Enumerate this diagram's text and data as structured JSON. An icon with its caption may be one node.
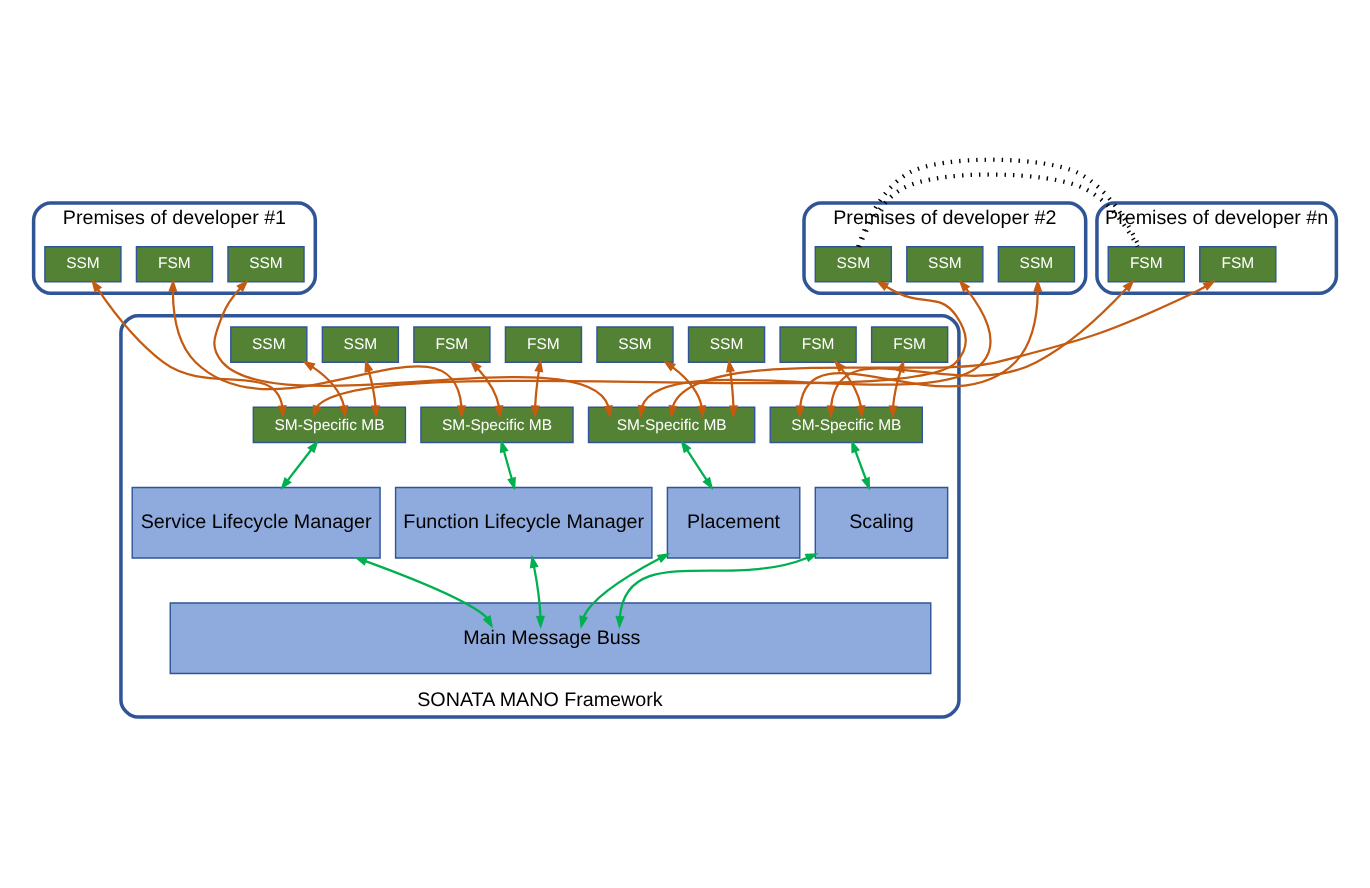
{
  "diagram": {
    "nodes": [
      {
        "text": [
          "Premises of developer #1"
        ]
      },
      {
        "text": [
          "SSM"
        ],
        "in": 0
      },
      {
        "text": [
          "FSM"
        ],
        "in": 0
      },
      {
        "text": [
          "SSM"
        ],
        "in": 0
      },
      {
        "text": [
          "Premises of developer #2"
        ]
      },
      {
        "text": [
          "SSM"
        ],
        "in": 4
      },
      {
        "text": [
          "SSM"
        ],
        "in": 4
      },
      {
        "text": [
          "SSM"
        ],
        "in": 4
      },
      {
        "text": [
          "Premises of developer #n"
        ]
      },
      {
        "text": [
          "FSM"
        ],
        "in": 8
      },
      {
        "text": [
          "FSM"
        ],
        "in": 8
      },
      {
        "text": [
          "SONATA MANO Framework"
        ]
      },
      {
        "text": [
          "SSM"
        ],
        "in": 11
      },
      {
        "text": [
          "SSM"
        ],
        "in": 11
      },
      {
        "text": [
          "FSM"
        ],
        "in": 11
      },
      {
        "text": [
          "FSM"
        ],
        "in": 11
      },
      {
        "text": [
          "SSM"
        ],
        "in": 11
      },
      {
        "text": [
          "SSM"
        ],
        "in": 11
      },
      {
        "text": [
          "FSM"
        ],
        "in": 11
      },
      {
        "text": [
          "FSM"
        ],
        "in": 11
      },
      {
        "text": [
          "SM-Specific MB"
        ],
        "in": 11
      },
      {
        "text": [
          "SM-Specific MB"
        ],
        "in": 11
      },
      {
        "text": [
          "SM-Specific MB"
        ],
        "in": 11
      },
      {
        "text": [
          "SM-Specific MB"
        ],
        "in": 11
      },
      {
        "text": [
          "Service Lifecycle Manager"
        ],
        "in": 11
      },
      {
        "text": [
          "Function Lifecycle Manager"
        ],
        "in": 11
      },
      {
        "text": [
          "Placement"
        ],
        "in": 11
      },
      {
        "text": [
          "Scaling"
        ],
        "in": 11
      },
      {
        "text": [
          "Main Message Buss"
        ],
        "in": 11
      }
    ],
    "edges": [
      {
        "from": 1,
        "to": 20,
        "arrow": "both"
      },
      {
        "from": 5,
        "to": 20,
        "arrow": "both"
      },
      {
        "from": 2,
        "to": 21,
        "arrow": "both"
      },
      {
        "from": 3,
        "to": 22,
        "arrow": "both"
      },
      {
        "from": 6,
        "to": 22,
        "arrow": "both"
      },
      {
        "from": 10,
        "to": 22,
        "arrow": "both"
      },
      {
        "from": 7,
        "to": 23,
        "arrow": "both"
      },
      {
        "from": 9,
        "to": 23,
        "arrow": "both"
      },
      {
        "from": 4,
        "to": 8,
        "arrow": "none",
        "style": "dashed",
        "color": "#000000"
      },
      {
        "from": 12,
        "to": 20,
        "arrow": "both"
      },
      {
        "from": 13,
        "to": 20,
        "arrow": "both"
      },
      {
        "from": 14,
        "to": 21,
        "arrow": "both"
      },
      {
        "from": 15,
        "to": 21,
        "arrow": "both"
      },
      {
        "from": 16,
        "to": 22,
        "arrow": "both"
      },
      {
        "from": 17,
        "to": 22,
        "arrow": "both"
      },
      {
        "from": 18,
        "to": 23,
        "arrow": "both"
      },
      {
        "from": 19,
        "to": 23,
        "arrow": "both"
      },
      {
        "from": 20,
        "to": 24,
        "arrow": "both",
        "color": "#00b050"
      },
      {
        "from": 21,
        "to": 25,
        "arrow": "both",
        "color": "#00b050"
      },
      {
        "from": 22,
        "to": 26,
        "arrow": "both",
        "color": "#00b050"
      },
      {
        "from": 23,
        "to": 27,
        "arrow": "both",
        "color": "#00b050"
      },
      {
        "from": 24,
        "to": 28,
        "arrow": "both",
        "color": "#00b050"
      },
      {
        "from": 25,
        "to": 28,
        "arrow": "both",
        "color": "#00b050"
      },
      {
        "from": 26,
        "to": 28,
        "arrow": "both",
        "color": "#00b050"
      },
      {
        "from": 27,
        "to": 28,
        "arrow": "both",
        "color": "#00b050"
      }
    ]
  }
}
